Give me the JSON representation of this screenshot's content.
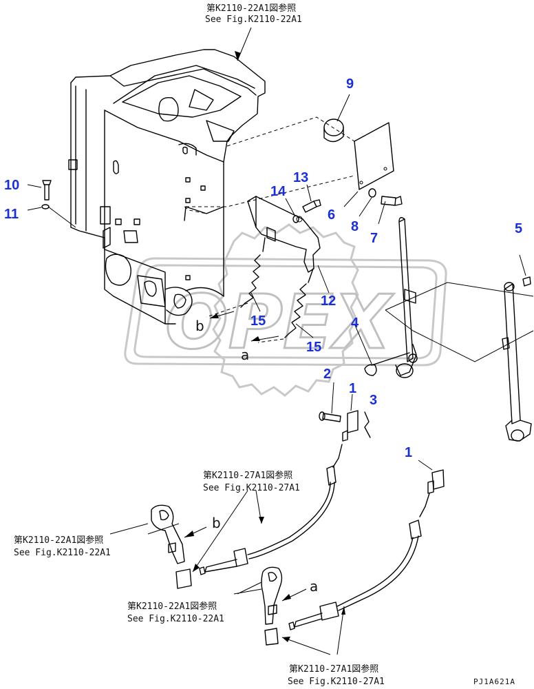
{
  "references": {
    "top": {
      "jp": "第K2110-22A1図参照",
      "en": "See Fig.K2110-22A1"
    },
    "mid_cable": {
      "jp": "第K2110-27A1図参照",
      "en": "See Fig.K2110-27A1"
    },
    "left_lever": {
      "jp": "第K2110-22A1図参照",
      "en": "See Fig.K2110-22A1"
    },
    "center_lever": {
      "jp": "第K2110-22A1図参照",
      "en": "See Fig.K2110-22A1"
    },
    "bottom_cable": {
      "jp": "第K2110-27A1図参照",
      "en": "See Fig.K2110-27A1"
    }
  },
  "callouts": {
    "c1a": "1",
    "c1b": "1",
    "c2": "2",
    "c3": "3",
    "c4": "4",
    "c5": "5",
    "c6": "6",
    "c7": "7",
    "c8": "8",
    "c9": "9",
    "c10": "10",
    "c11": "11",
    "c12": "12",
    "c13": "13",
    "c14": "14",
    "c15a": "15",
    "c15b": "15"
  },
  "letters": {
    "a1": "a",
    "a2": "a",
    "b1": "b",
    "b2": "b"
  },
  "watermark": "OPEX",
  "figure_code": "PJ1A621A",
  "colors": {
    "callout": "#1a2fd6",
    "line": "#000000",
    "watermark": "#c8c8c8"
  }
}
